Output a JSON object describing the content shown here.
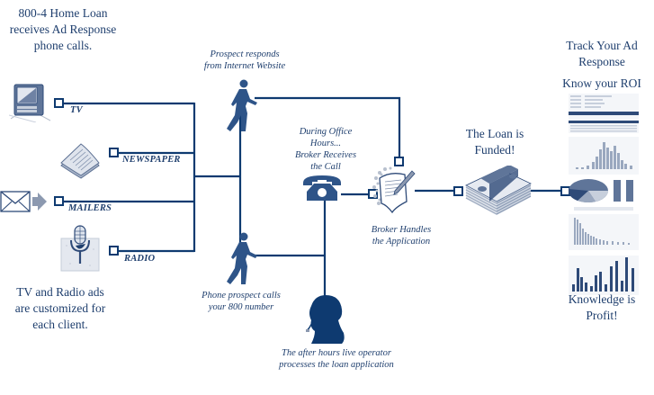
{
  "colors": {
    "primary": "#0e3a70",
    "text": "#1f3f6e",
    "icon_fill": "#2e5488",
    "icon_light": "#9aa8bf"
  },
  "captions": {
    "header_left": [
      "800-4 Home Loan",
      "receives Ad Response",
      "phone calls."
    ],
    "footer_left": [
      "TV and Radio ads",
      "are customized for",
      "each client."
    ],
    "internet_prospect": [
      "Prospect responds",
      "from Internet Website"
    ],
    "phone_prospect": [
      "Phone prospect calls",
      "your 800 number"
    ],
    "office_hours": [
      "During Office",
      "Hours...",
      "Broker Receives",
      "the Call"
    ],
    "broker_handles": [
      "Broker Handles",
      "the Application"
    ],
    "after_hours": [
      "The after hours live operator",
      "processes the  loan application"
    ],
    "loan_funded": [
      "The Loan is",
      "Funded!"
    ],
    "track_response": [
      "Track Your Ad",
      "Response"
    ],
    "know_roi": [
      "Know your ROI"
    ],
    "knowledge_profit": [
      "Knowledge is",
      "Profit!"
    ]
  },
  "media_sources": [
    {
      "id": "tv",
      "label": "TV",
      "icon": "television-icon"
    },
    {
      "id": "newspaper",
      "label": "NEWSPAPER",
      "icon": "newspaper-icon"
    },
    {
      "id": "mailers",
      "label": "MAILERS",
      "icon": "envelope-icon"
    },
    {
      "id": "radio",
      "label": "RADIO",
      "icon": "microphone-icon"
    }
  ],
  "icons": {
    "internet_prospect": "walking-person-icon",
    "phone_prospect": "walking-person-icon",
    "telephone": "telephone-icon",
    "broker_application": "document-pen-icon",
    "operator": "headset-operator-icon",
    "money": "money-stack-icon",
    "reports": "report-thumbnails-icon"
  }
}
